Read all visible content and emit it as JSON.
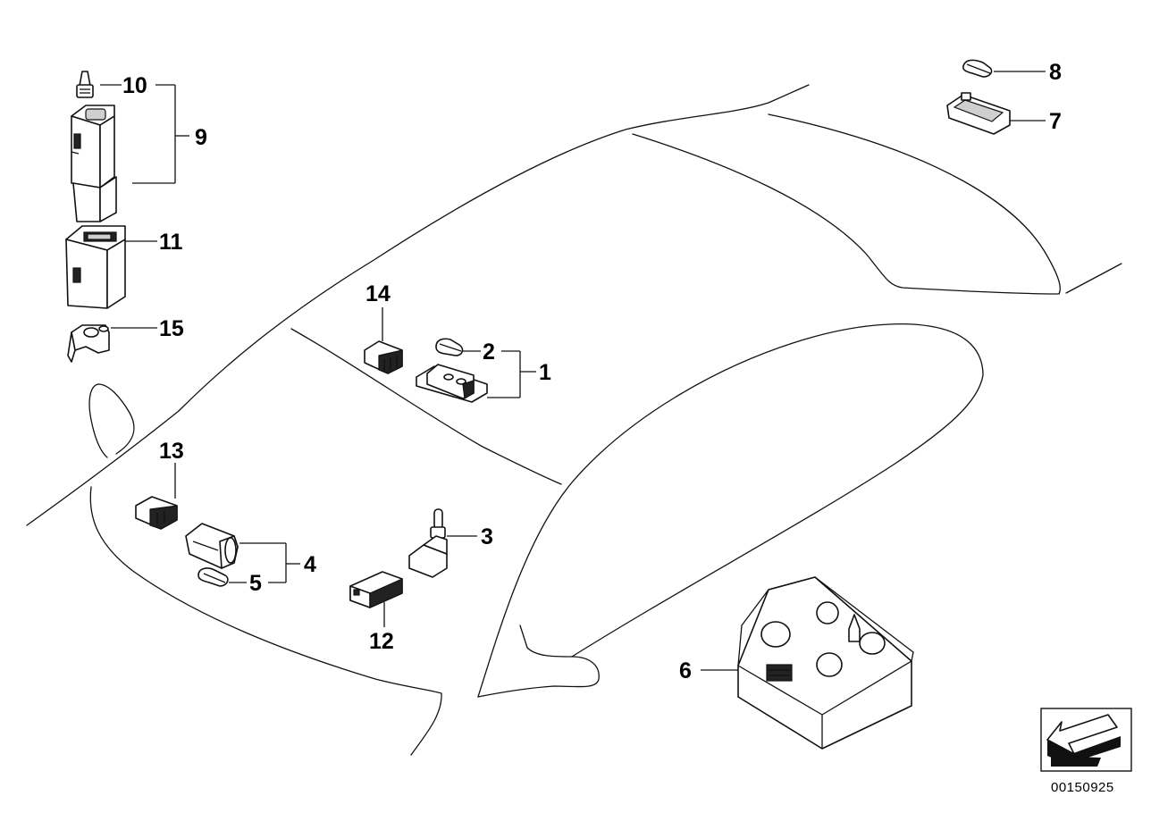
{
  "callouts": {
    "c1": "1",
    "c2": "2",
    "c3": "3",
    "c4": "4",
    "c5": "5",
    "c6": "6",
    "c7": "7",
    "c8": "8",
    "c9": "9",
    "c10": "10",
    "c11": "11",
    "c12": "12",
    "c13": "13",
    "c14": "14",
    "c15": "15"
  },
  "document_number": "00150925",
  "icons": {
    "orientation": "direction-arrow-icon"
  }
}
